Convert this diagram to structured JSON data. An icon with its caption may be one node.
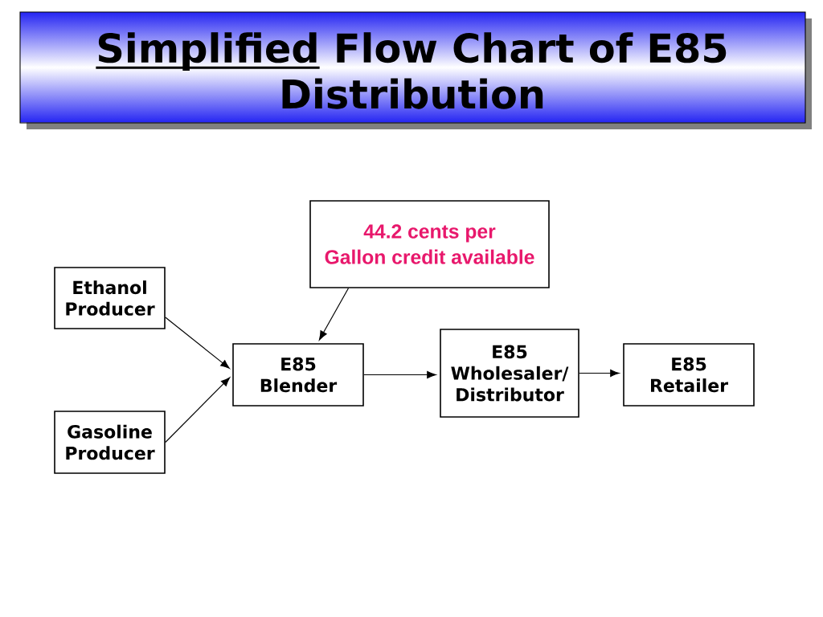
{
  "diagram": {
    "title": "Simplified Flow Chart of E85 Distribution",
    "nodes": [
      {
        "text": [
          "Ethanol Producer"
        ]
      },
      {
        "text": [
          "Gasoline Producer"
        ]
      },
      {
        "text": [
          "44.2 cents per Gallon credit available"
        ]
      },
      {
        "text": [
          "E85 Blender"
        ]
      },
      {
        "text": [
          "E85 Wholesaler/ Distributor"
        ]
      },
      {
        "text": [
          "E85 Retailer"
        ]
      }
    ],
    "edges": [
      {
        "from": 0,
        "to": 3,
        "arrow": "to"
      },
      {
        "from": 1,
        "to": 3,
        "arrow": "to"
      },
      {
        "from": 2,
        "to": 3,
        "arrow": "to"
      },
      {
        "from": 3,
        "to": 4,
        "arrow": "to"
      },
      {
        "from": 4,
        "to": 5,
        "arrow": "to"
      }
    ]
  }
}
